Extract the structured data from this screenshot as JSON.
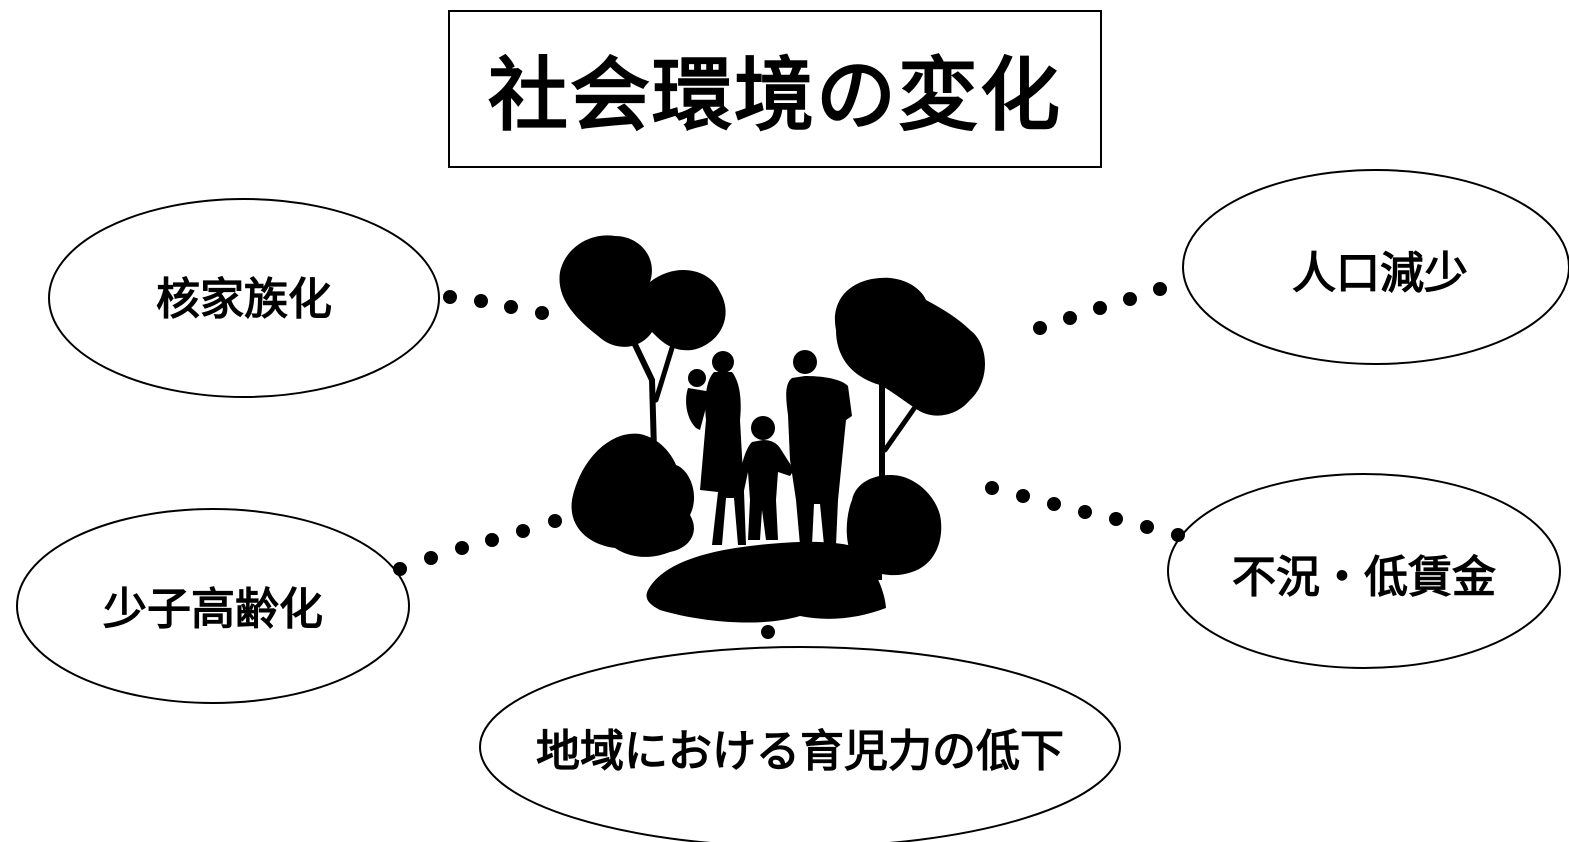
{
  "title": "社会環境の変化",
  "nodes": {
    "nuclear_family": "核家族化",
    "population_decline": "人口減少",
    "aging_low_birthrate": "少子高齢化",
    "recession_low_wage": "不況・低賃金",
    "community_childcare_decline": "地域における育児力の低下"
  },
  "center_image": "family-silhouette-icon",
  "colors": {
    "line": "#000000",
    "fill": "#000000",
    "background": "#ffffff"
  }
}
